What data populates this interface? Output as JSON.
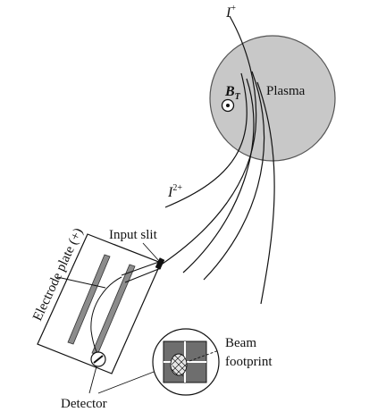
{
  "diagram": {
    "labels": {
      "ion_plus": "I",
      "ion_plus_sup": "+",
      "ion_double": "I",
      "ion_double_sup": "2+",
      "field": "B",
      "field_sub": "T",
      "plasma": "Plasma",
      "input_slit": "Input slit",
      "electrode_plate": "Electrode plate (+)",
      "detector": "Detector",
      "beam_footprint_line1": "Beam",
      "beam_footprint_line2": "footprint"
    },
    "colors": {
      "plasma_fill": "#c8c8c8",
      "plate_fill": "#8c8c8c",
      "detector_fill": "#6e6e6e",
      "stroke": "#111111"
    },
    "icons": {
      "field_marker": "dot-in-circle"
    }
  }
}
